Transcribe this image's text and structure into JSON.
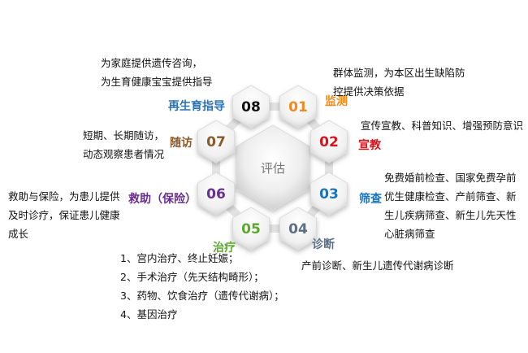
{
  "center_label": "评估",
  "stages": [
    {
      "num": "01",
      "label": "监测",
      "color": "#f08a1e",
      "desc": [
        "群体监测，为本区出生缺陷防",
        "控提供决策依据"
      ]
    },
    {
      "num": "02",
      "label": "宣教",
      "color": "#d4161c",
      "desc": [
        "宣传宣教、科普知识、增强预防意识"
      ]
    },
    {
      "num": "03",
      "label": "筛查",
      "color": "#1b75bb",
      "desc": [
        "免费婚前检查、国家免费孕前",
        "优生健康检查、产前筛查、新",
        "生儿疾病筛查、新生儿先天性",
        "心脏病筛查"
      ]
    },
    {
      "num": "04",
      "label": "诊断",
      "color": "#5b6f86",
      "desc": [
        "产前诊断、新生儿遗传代谢病诊断"
      ]
    },
    {
      "num": "05",
      "label": "治疗",
      "color": "#5aa82c",
      "desc": [
        "1、宫内治疗、终止妊娠；",
        "2、手术治疗（先天结构畸形）；",
        "3、药物、饮食治疗（遗传代谢病）；",
        "4、基因治疗"
      ]
    },
    {
      "num": "06",
      "label": "救助（保险）",
      "color": "#6a2d91",
      "desc": [
        "救助与保险，为患儿提供",
        "及时诊疗，保证患儿健康",
        "成长"
      ]
    },
    {
      "num": "07",
      "label": "随访",
      "color": "#8a5a2b",
      "desc": [
        "短期、长期随访，",
        "动态观察患者情况"
      ]
    },
    {
      "num": "08",
      "label": "再生育指导",
      "color": "#2a73b8",
      "desc": [
        "为家庭提供遗传咨询，",
        "为生育健康宝宝提供指导"
      ]
    }
  ]
}
